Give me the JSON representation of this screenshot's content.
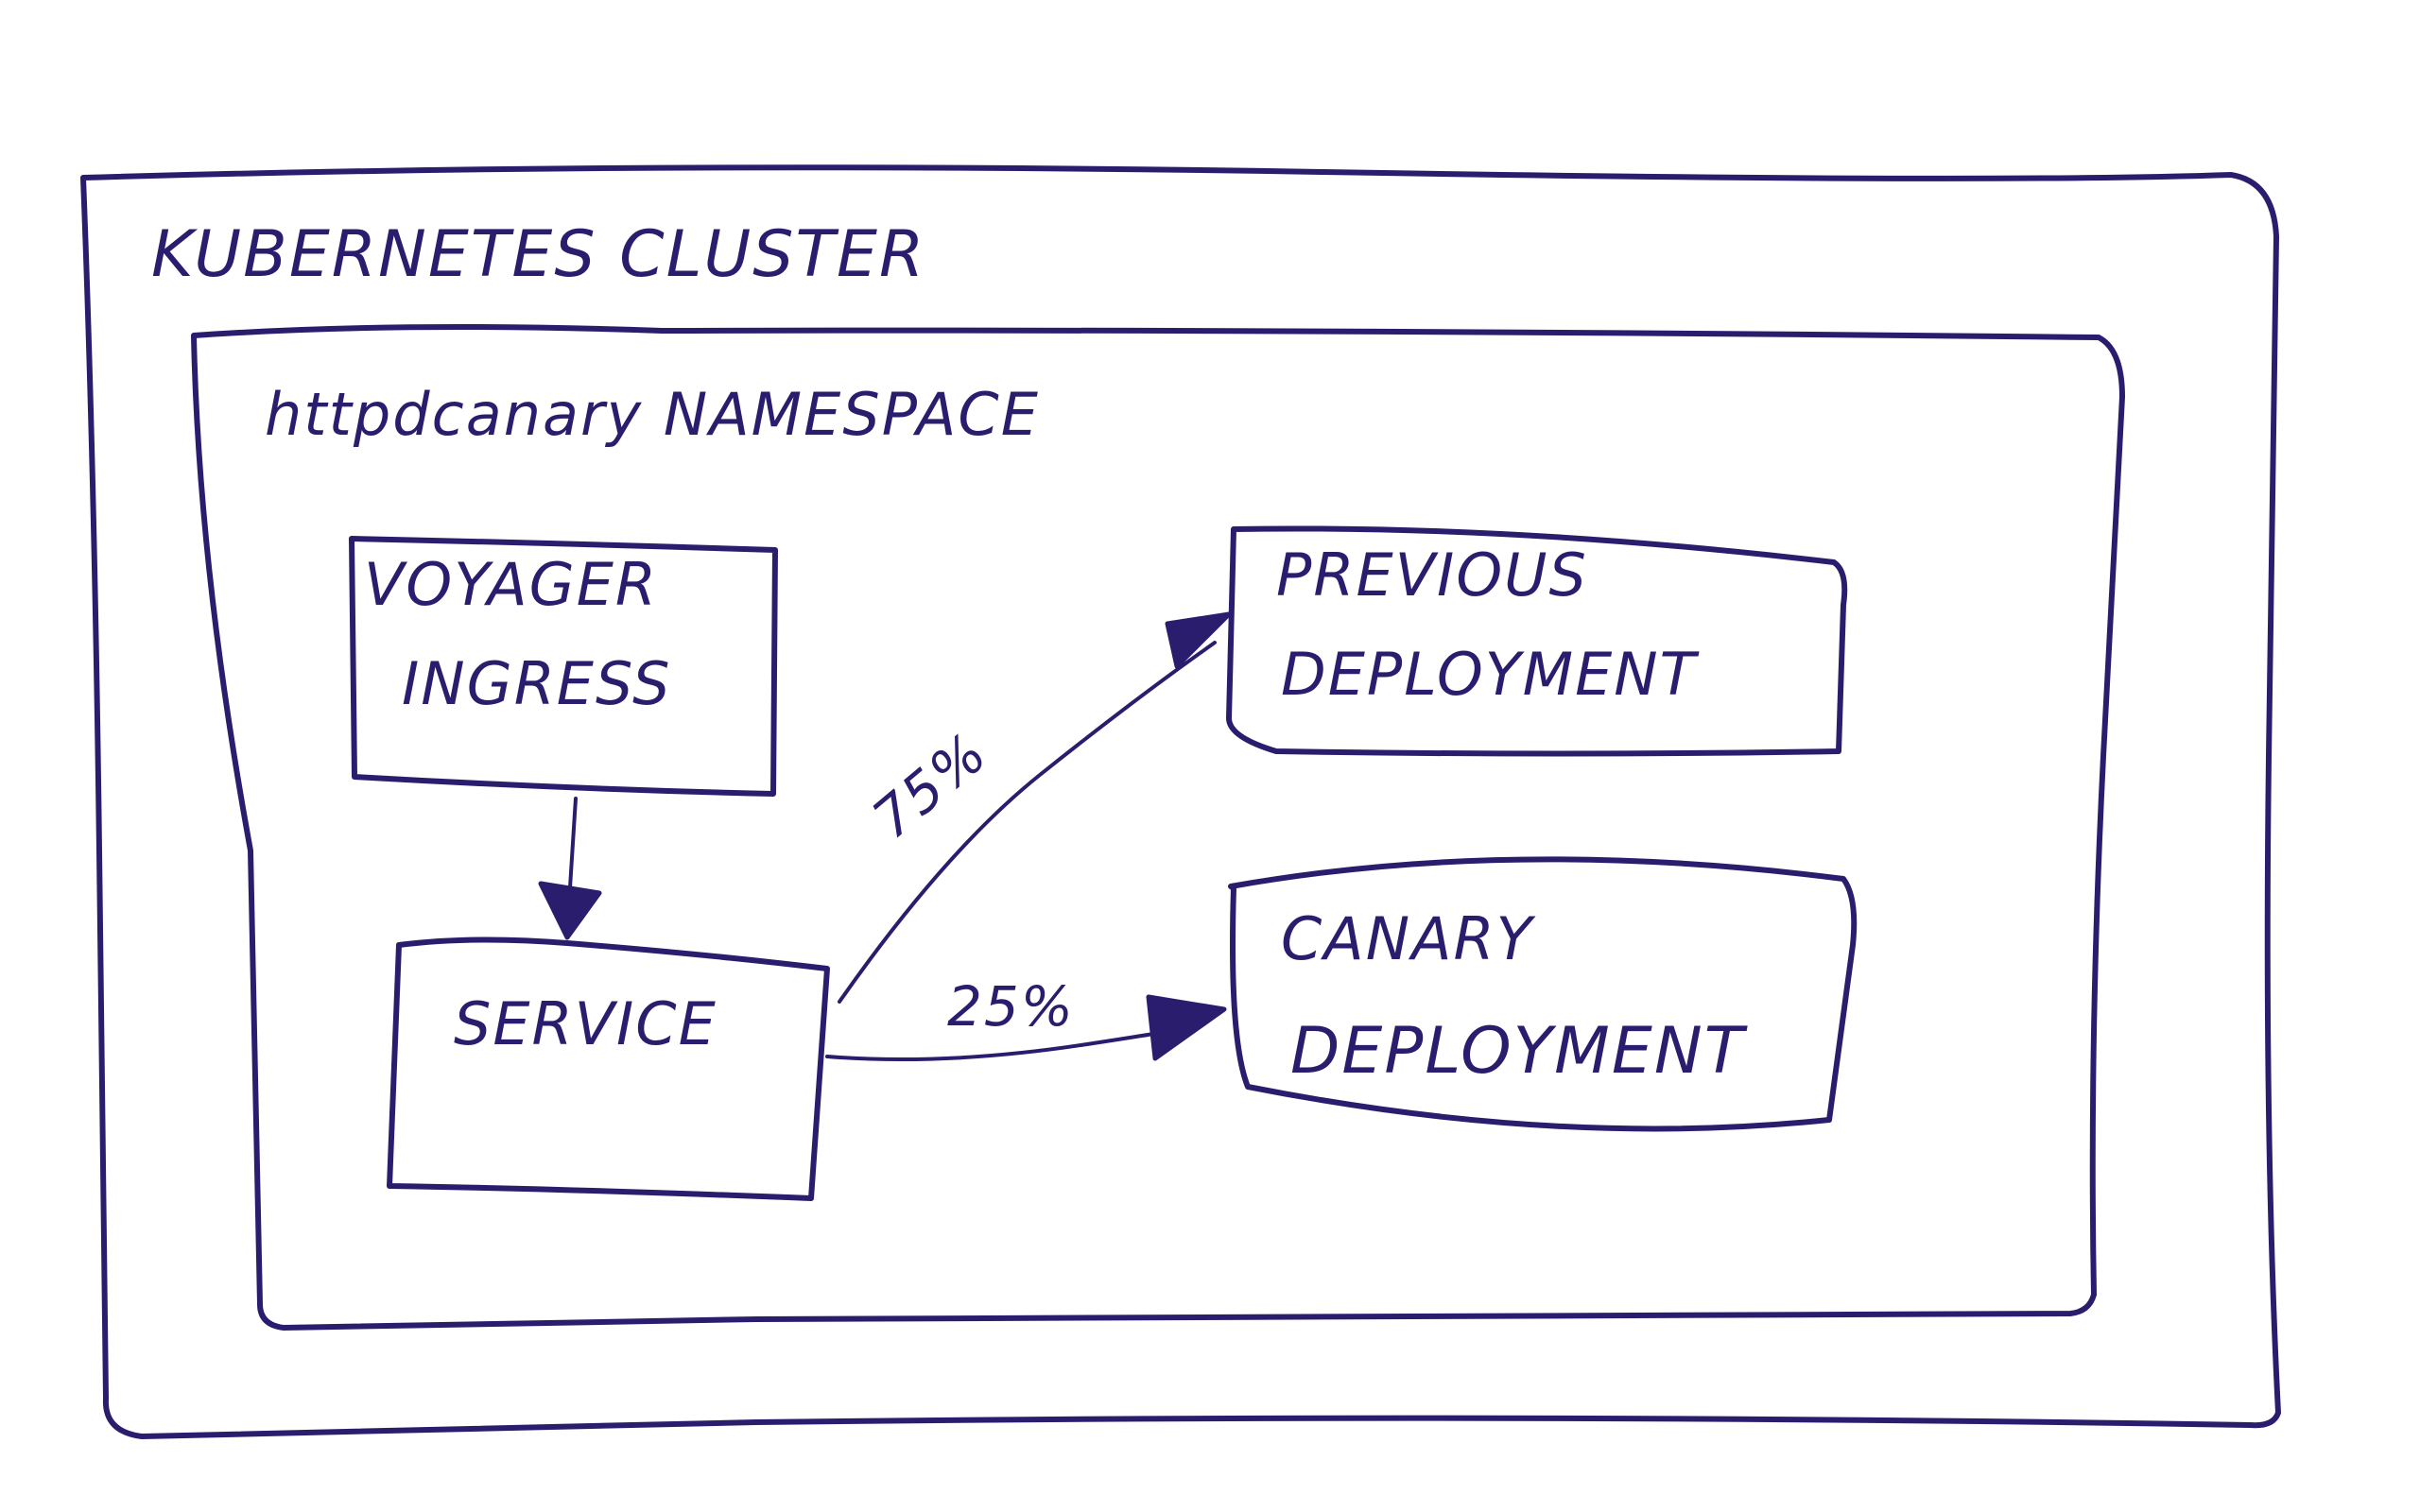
{
  "diagram": {
    "cluster": {
      "label": "KUBERNETES CLUSTER"
    },
    "namespace": {
      "label": "httpdcanary NAMESPACE"
    },
    "nodes": [
      {
        "id": "ingress",
        "lines": [
          "VOYAGER",
          "INGRESS"
        ]
      },
      {
        "id": "service",
        "lines": [
          "SERVICE"
        ]
      },
      {
        "id": "previous",
        "lines": [
          "PREVIOUS",
          "DEPLOYMENT"
        ]
      },
      {
        "id": "canary",
        "lines": [
          "CANARY",
          "DEPLOYMENT"
        ]
      }
    ],
    "edges": [
      {
        "from": "ingress",
        "to": "service",
        "label": ""
      },
      {
        "from": "service",
        "to": "previous",
        "label": "75%"
      },
      {
        "from": "service",
        "to": "canary",
        "label": "25%"
      }
    ],
    "ink_color": "#2b1d6e"
  }
}
